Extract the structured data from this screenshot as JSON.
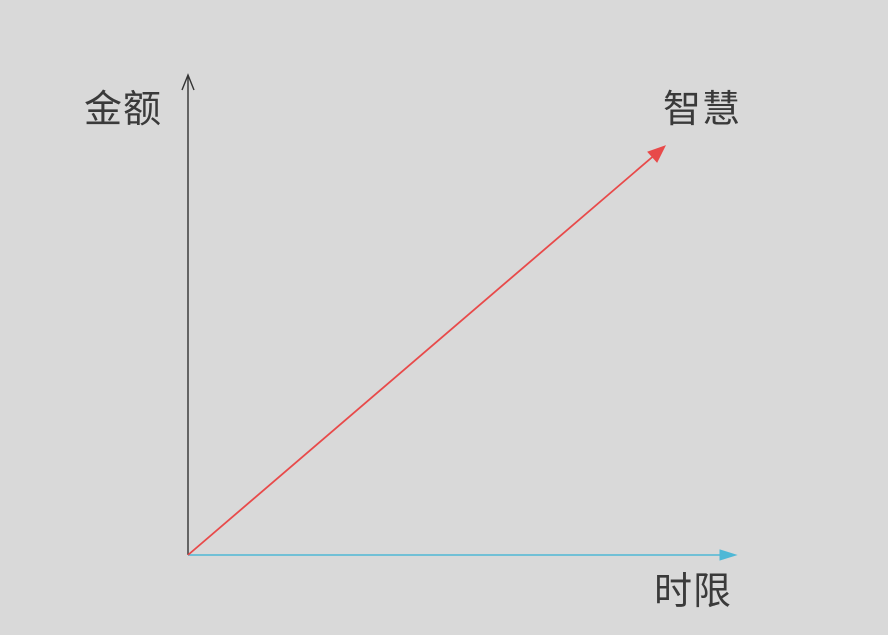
{
  "diagram": {
    "labels": {
      "y_axis": "金额",
      "x_axis": "时限",
      "diagonal": "智慧"
    },
    "colors": {
      "background": "#d9d9d9",
      "y_axis": "#333333",
      "x_axis": "#4fb8d6",
      "diagonal": "#e84a4a",
      "text": "#3a3a3a"
    }
  }
}
